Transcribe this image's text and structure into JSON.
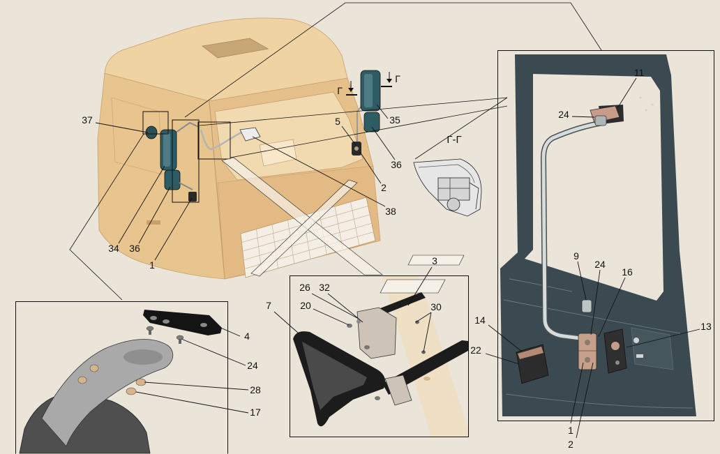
{
  "colors": {
    "background": "#ebe5d9",
    "cab_body": "#e8c48e",
    "door_panel": "#3b4a51",
    "mirror_glass": "#2e5c64"
  },
  "section_view": {
    "marker_left": "Г",
    "marker_right": "Г",
    "title": "Г-Г"
  },
  "cab_view": {
    "callouts": [
      "37",
      "34",
      "36",
      "1",
      "5",
      "35",
      "36",
      "2",
      "38"
    ]
  },
  "door_detail": {
    "callouts": [
      "11",
      "24",
      "9",
      "24",
      "16",
      "14",
      "13",
      "22",
      "1",
      "2"
    ]
  },
  "bracket_detail": {
    "callouts": [
      "3",
      "26",
      "32",
      "20",
      "30",
      "7"
    ]
  },
  "mount_detail": {
    "callouts": [
      "4",
      "24",
      "28",
      "17"
    ]
  }
}
